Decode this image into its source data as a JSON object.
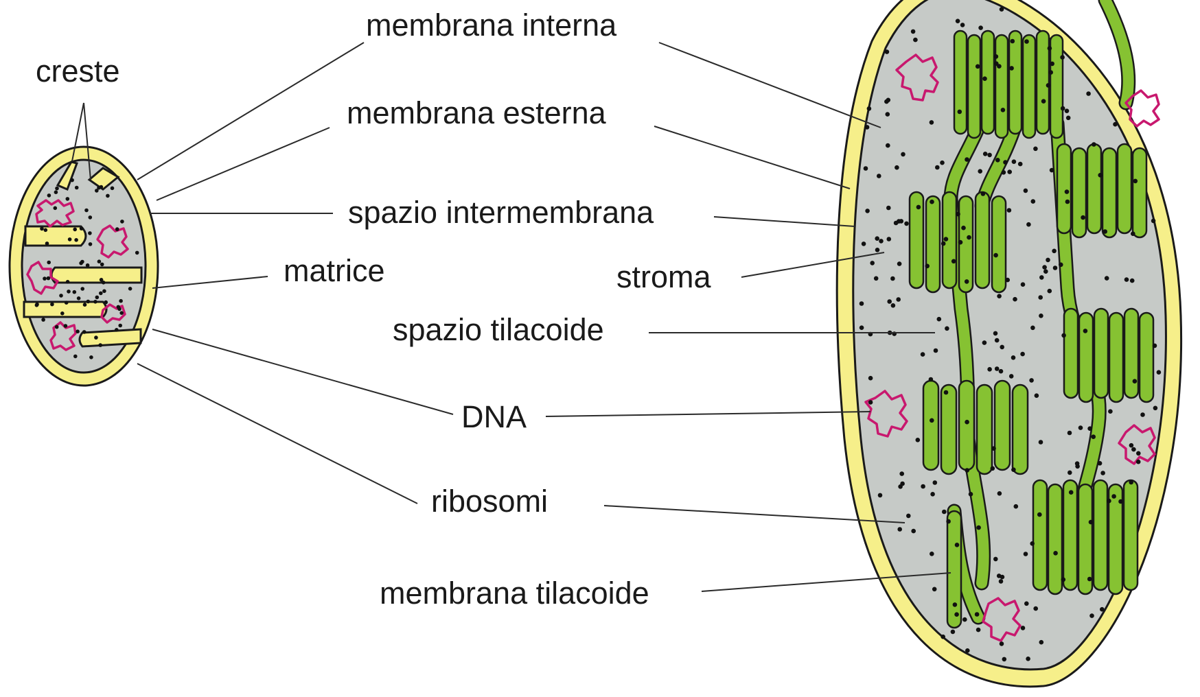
{
  "labels": {
    "creste": "creste",
    "membrana_interna": "membrana interna",
    "membrana_esterna": "membrana esterna",
    "spazio_intermembrana": "spazio intermembrana",
    "matrice": "matrice",
    "stroma": "stroma",
    "spazio_tilacoide": "spazio tilacoide",
    "dna": "DNA",
    "ribosomi": "ribosomi",
    "membrana_tilacoide": "membrana tilacoide"
  },
  "colors": {
    "membrane_yellow": "#f6ef8a",
    "matrix_gray": "#c6cac7",
    "thylakoid_green": "#86c232",
    "dna_magenta": "#c8186e",
    "outline": "#1a1a1a"
  }
}
